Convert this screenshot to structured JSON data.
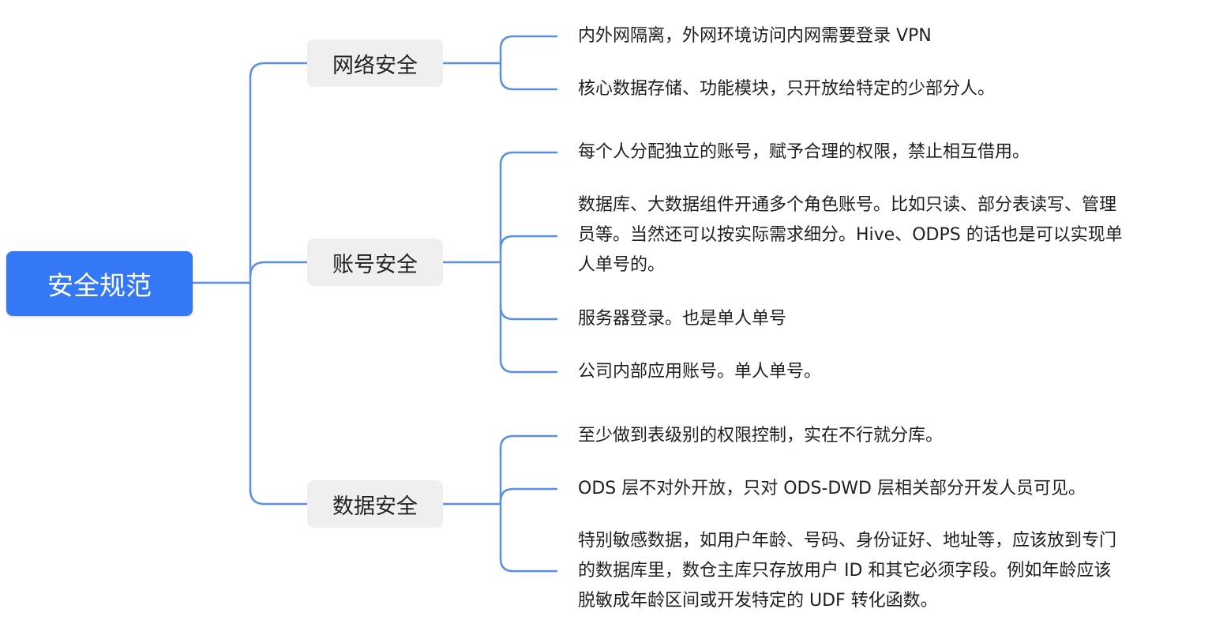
{
  "root": {
    "label": "安全规范"
  },
  "branches": [
    {
      "label": "网络安全",
      "items": [
        [
          "内外网隔离，外网环境访问内网需要登录 VPN"
        ],
        [
          "核心数据存储、功能模块，只开放给特定的少部分人。"
        ]
      ]
    },
    {
      "label": "账号安全",
      "items": [
        [
          "每个人分配独立的账号，赋予合理的权限，禁止相互借用。"
        ],
        [
          "数据库、大数据组件开通多个角色账号。比如只读、部分表读写、管理",
          "员等。当然还可以按实际需求细分。Hive、ODPS 的话也是可以实现单",
          "人单号的。"
        ],
        [
          "服务器登录。也是单人单号"
        ],
        [
          "公司内部应用账号。单人单号。"
        ]
      ]
    },
    {
      "label": "数据安全",
      "items": [
        [
          "至少做到表级别的权限控制，实在不行就分库。"
        ],
        [
          "ODS 层不对外开放，只对 ODS-DWD 层相关部分开发人员可见。"
        ],
        [
          "特别敏感数据，如用户年龄、号码、身份证好、地址等，应该放到专门",
          "的数据库里，数仓主库只存放用户 ID 和其它必须字段。例如年龄应该",
          "脱敏成年龄区间或开发特定的 UDF 转化函数。"
        ]
      ]
    }
  ],
  "colors": {
    "accent": "#3478f6",
    "connector": "#5b8ee6",
    "branch_bg": "#efefef"
  }
}
